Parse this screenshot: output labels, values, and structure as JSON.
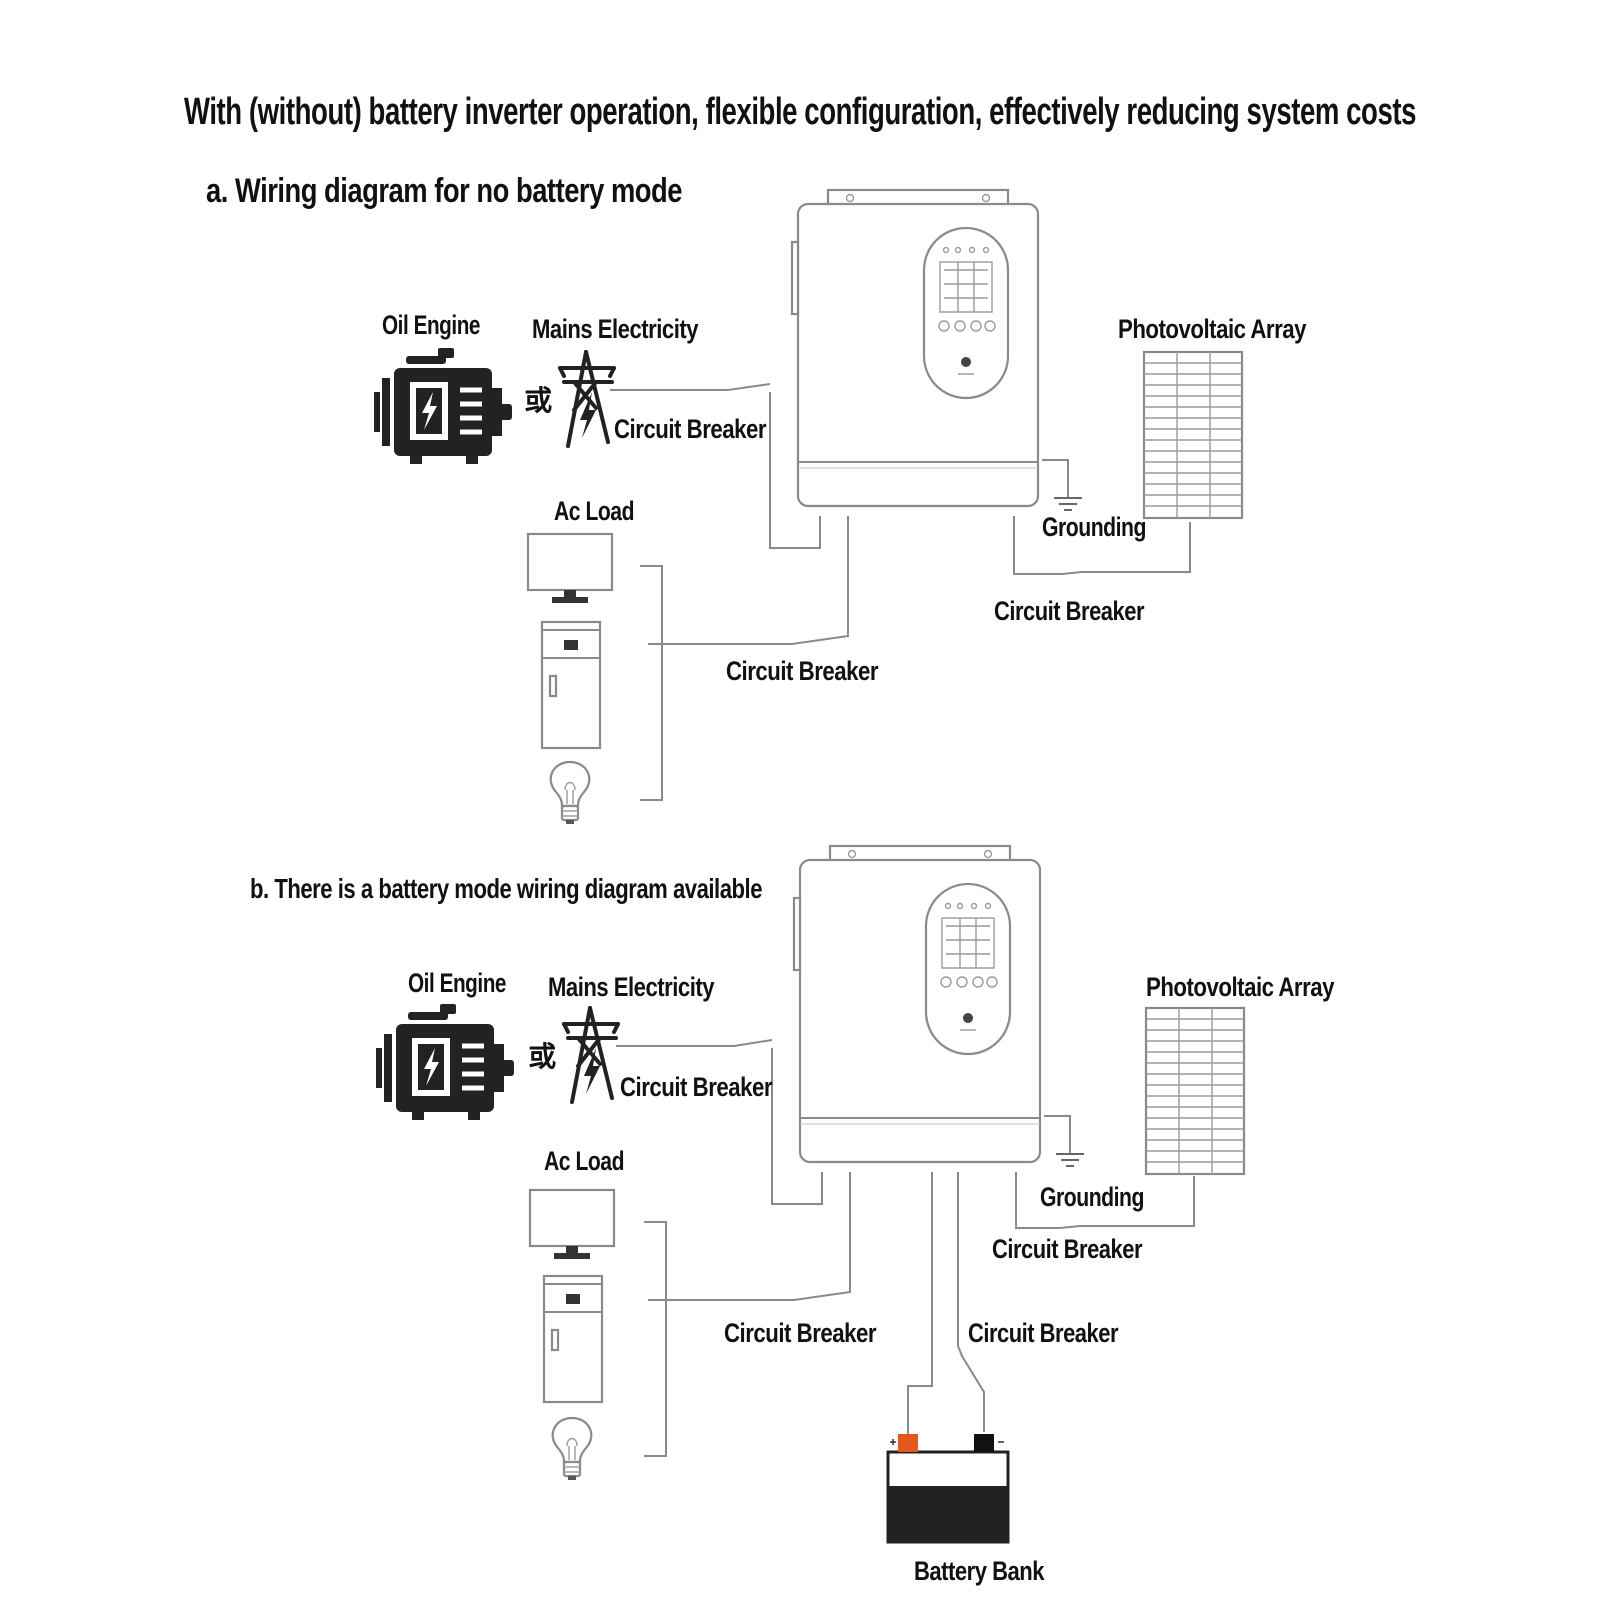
{
  "title": "With (without) battery inverter operation, flexible configuration, effectively reducing system costs",
  "colors": {
    "text": "#111111",
    "wire": "#8a8a8a",
    "battery_positive": "#e2571e",
    "battery_negative": "#111111"
  },
  "section_a": {
    "heading": "a. Wiring diagram for no battery mode",
    "oil_engine": "Oil Engine",
    "or_glyph": "或",
    "mains": "Mains Electricity",
    "pv_array": "Photovoltaic Array",
    "ac_load": "Ac Load",
    "grounding": "Grounding",
    "breaker_mains": "Circuit Breaker",
    "breaker_pv": "Circuit Breaker",
    "breaker_load": "Circuit Breaker"
  },
  "section_b": {
    "heading": "b. There is a battery mode wiring diagram available",
    "oil_engine": "Oil Engine",
    "or_glyph": "或",
    "mains": "Mains Electricity",
    "pv_array": "Photovoltaic Array",
    "ac_load": "Ac Load",
    "grounding": "Grounding",
    "breaker_mains": "Circuit Breaker",
    "breaker_pv": "Circuit Breaker",
    "breaker_load": "Circuit Breaker",
    "breaker_battery": "Circuit Breaker",
    "battery_bank": "Battery Bank"
  }
}
